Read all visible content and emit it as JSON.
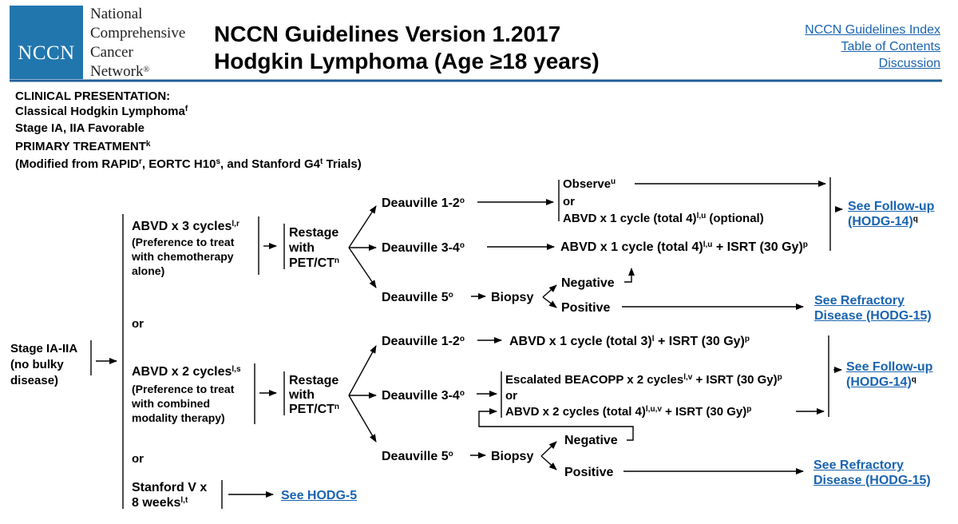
{
  "header": {
    "logo_text": "NCCN",
    "org_lines": [
      "National",
      "Comprehensive",
      "Cancer",
      "Network"
    ],
    "org_reg": "®",
    "title_line1": "NCCN Guidelines Version 1.2017",
    "title_line2": "Hodgkin Lymphoma (Age ≥18 years)",
    "nav_links": [
      "NCCN Guidelines Index",
      "Table of Contents",
      "Discussion"
    ]
  },
  "intro": {
    "clinical_presentation": "CLINICAL PRESENTATION:",
    "classical": "Classical Hodgkin Lymphoma",
    "classical_sup": "f",
    "stage_favorable": "Stage IA, IIA Favorable",
    "primary_treatment": "PRIMARY TREATMENT",
    "primary_treatment_sup": "k",
    "modified_a": "(Modified from RAPID",
    "modified_a_sup": "r",
    "modified_b": ", EORTC H10",
    "modified_b_sup": "s",
    "modified_c": ", and Stanford G4",
    "modified_c_sup": "t",
    "modified_d": " Trials)"
  },
  "stage": {
    "line1": "Stage IA-IIA",
    "line2": "(no bulky",
    "line3": "disease)"
  },
  "or_label": "or",
  "branch1": {
    "regimen": "ABVD x 3 cycles",
    "regimen_sup": "l,r",
    "pref1": "(Preference to treat",
    "pref2": "with chemotherapy",
    "pref3": "alone)",
    "restage1": "Restage",
    "restage2": "with",
    "restage3": "PET/CT",
    "restage_sup": "n",
    "d12": "Deauville 1-2",
    "d34": "Deauville 3-4",
    "d5": "Deauville 5",
    "d_sup": "o",
    "observe": "Observe",
    "observe_sup": "u",
    "or": "or",
    "abvd1": "ABVD x 1 cycle (total 4)",
    "abvd1_sup": "l,u",
    "abvd1_tail": " (optional)",
    "d34_tx": "ABVD x 1 cycle (total 4)",
    "d34_tx_sup": "l,u",
    "d34_tx_tail": " + ISRT (30 Gy)",
    "d34_tx_tail_sup": "p",
    "biopsy": "Biopsy",
    "negative": "Negative",
    "positive": "Positive"
  },
  "branch2": {
    "regimen": "ABVD x 2 cycles",
    "regimen_sup": "l,s",
    "pref1": "(Preference to treat",
    "pref2": "with combined",
    "pref3": "modality therapy)",
    "restage1": "Restage",
    "restage2": "with",
    "restage3": "PET/CT",
    "restage_sup": "n",
    "d12": "Deauville 1-2",
    "d34": "Deauville 3-4",
    "d5": "Deauville 5",
    "d_sup": "o",
    "d12_tx": "ABVD x 1 cycle (total 3)",
    "d12_tx_sup": "l",
    "d12_tx_tail": " + ISRT (30 Gy)",
    "d12_tx_tail_sup": "p",
    "beacopp": "Escalated BEACOPP x 2 cycles",
    "beacopp_sup": "l,v",
    "beacopp_tail": " + ISRT (30 Gy)",
    "beacopp_tail_sup": "p",
    "or": "or",
    "abvd2": "ABVD x 2 cycles (total 4)",
    "abvd2_sup": "l,u,v",
    "abvd2_tail": " + ISRT (30 Gy)",
    "abvd2_tail_sup": "p",
    "biopsy": "Biopsy",
    "negative": "Negative",
    "positive": "Positive"
  },
  "branch3": {
    "line1": "Stanford V x",
    "line2": "8 weeks",
    "line2_sup": "l,t"
  },
  "links": {
    "followup_a": "See Follow-up",
    "followup_b": "(HODG-14)",
    "followup_sup": "q",
    "refractory_a": "See Refractory",
    "refractory_b": "Disease (HODG-15)",
    "hodg5": "See HODG-5"
  },
  "colors": {
    "logo_bg": "#2176ae",
    "link": "#1a64b0",
    "rule": "#1f5e96"
  }
}
